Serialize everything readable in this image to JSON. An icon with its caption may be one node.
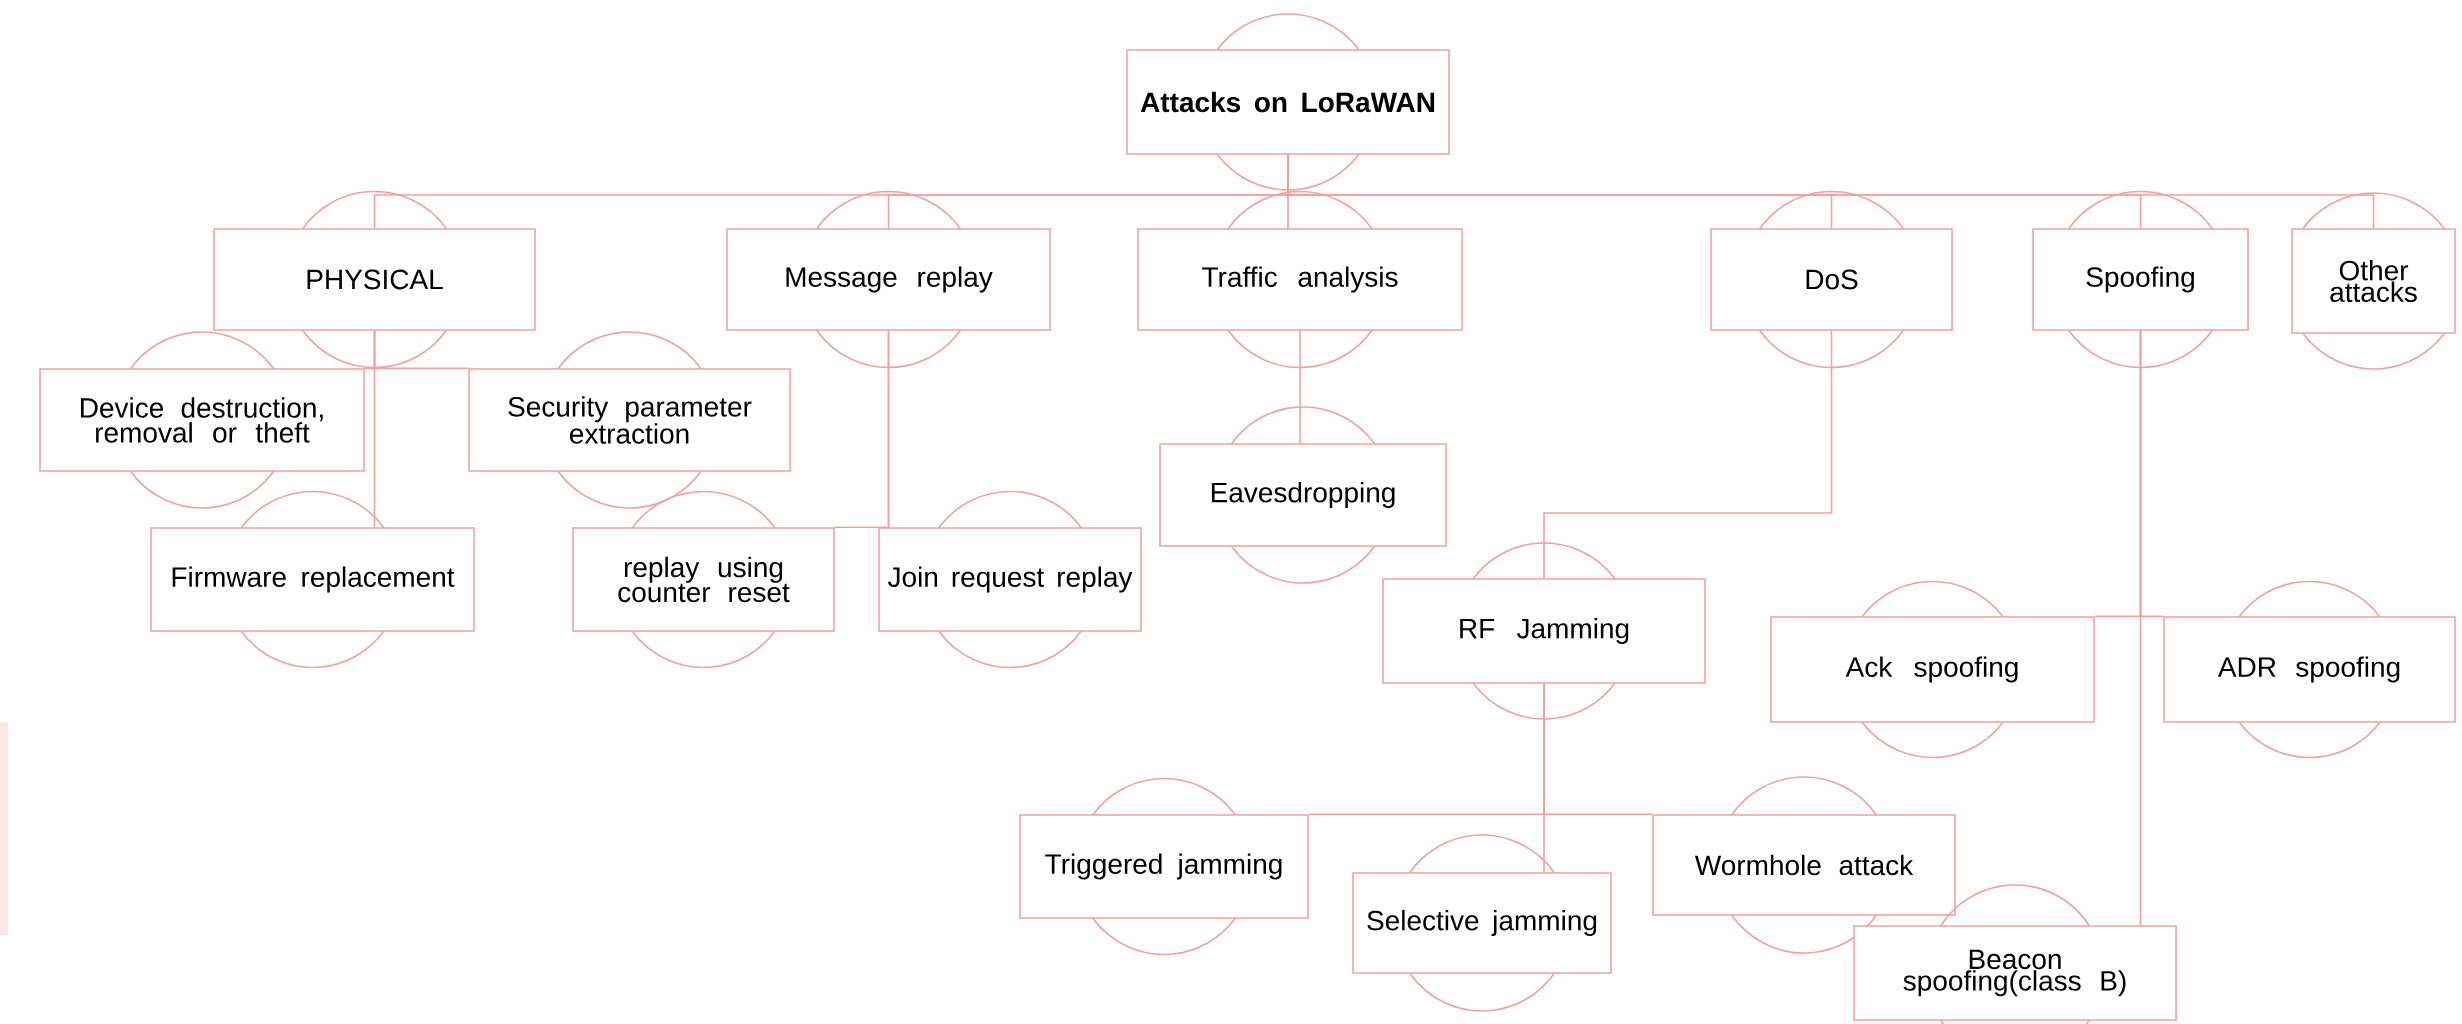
{
  "diagram": {
    "nodes": [
      {
        "text": [
          "Attacks on LoRaWAN"
        ]
      },
      {
        "text": [
          "PHYSICAL"
        ]
      },
      {
        "text": [
          "Message replay"
        ]
      },
      {
        "text": [
          "Traffic analysis"
        ]
      },
      {
        "text": [
          "DoS"
        ]
      },
      {
        "text": [
          "Spoofing"
        ]
      },
      {
        "text": [
          "Other attacks"
        ]
      },
      {
        "text": [
          "Device destruction, removal or theft"
        ]
      },
      {
        "text": [
          "Security parameter extraction"
        ]
      },
      {
        "text": [
          "Firmware replacement"
        ]
      },
      {
        "text": [
          "replay using counter reset"
        ]
      },
      {
        "text": [
          "Join request replay"
        ]
      },
      {
        "text": [
          "Eavesdropping"
        ]
      },
      {
        "text": [
          "RF Jamming"
        ]
      },
      {
        "text": [
          "Ack spoofing"
        ]
      },
      {
        "text": [
          "ADR spoofing"
        ]
      },
      {
        "text": [
          "Triggered jamming"
        ]
      },
      {
        "text": [
          "Selective jamming"
        ]
      },
      {
        "text": [
          "Wormhole attack"
        ]
      },
      {
        "text": [
          "Beacon spoofing(class B)"
        ]
      }
    ],
    "edges": [
      {
        "from": 0,
        "to": 1,
        "arrow": "none"
      },
      {
        "from": 0,
        "to": 2,
        "arrow": "none"
      },
      {
        "from": 0,
        "to": 3,
        "arrow": "none"
      },
      {
        "from": 0,
        "to": 4,
        "arrow": "none"
      },
      {
        "from": 0,
        "to": 5,
        "arrow": "none"
      },
      {
        "from": 0,
        "to": 6,
        "arrow": "none"
      },
      {
        "from": 1,
        "to": 7,
        "arrow": "none"
      },
      {
        "from": 1,
        "to": 8,
        "arrow": "none"
      },
      {
        "from": 1,
        "to": 9,
        "arrow": "none"
      },
      {
        "from": 2,
        "to": 10,
        "arrow": "none"
      },
      {
        "from": 2,
        "to": 11,
        "arrow": "none"
      },
      {
        "from": 3,
        "to": 12,
        "arrow": "none"
      },
      {
        "from": 4,
        "to": 13,
        "arrow": "none"
      },
      {
        "from": 5,
        "to": 14,
        "arrow": "none"
      },
      {
        "from": 5,
        "to": 15,
        "arrow": "none"
      },
      {
        "from": 5,
        "to": 19,
        "arrow": "none"
      },
      {
        "from": 13,
        "to": 16,
        "arrow": "none"
      },
      {
        "from": 13,
        "to": 17,
        "arrow": "none"
      },
      {
        "from": 13,
        "to": 18,
        "arrow": "none"
      }
    ]
  }
}
